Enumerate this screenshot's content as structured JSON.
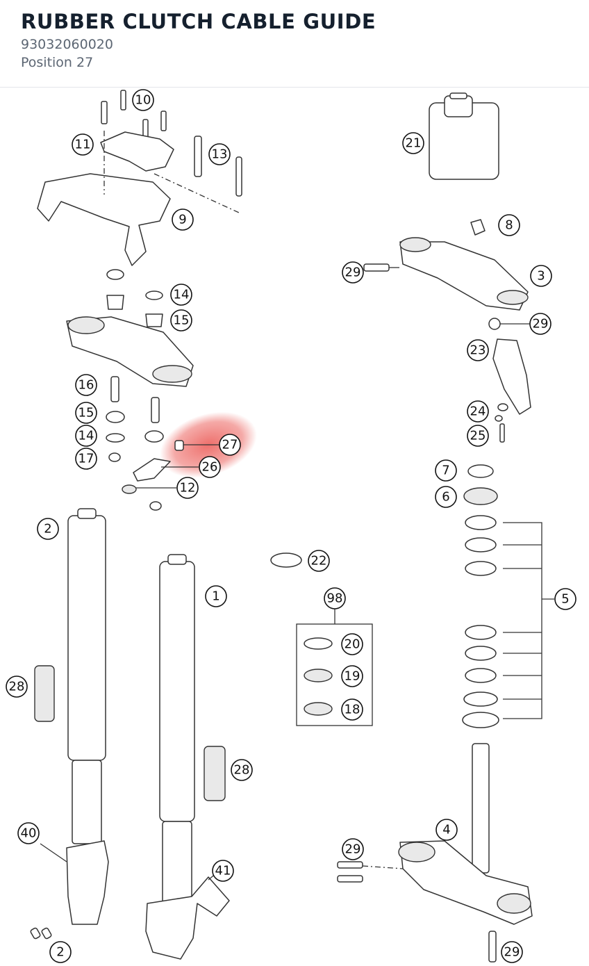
{
  "header": {
    "title": "RUBBER CLUTCH CABLE GUIDE",
    "part_number": "93032060020",
    "position": "Position 27"
  },
  "highlight": {
    "label": "27",
    "color": "#e8413c"
  },
  "callouts": [
    "10",
    "11",
    "13",
    "9",
    "21",
    "8",
    "29",
    "3",
    "29",
    "14",
    "15",
    "23",
    "16",
    "15",
    "24",
    "14",
    "27",
    "25",
    "17",
    "26",
    "7",
    "12",
    "6",
    "2",
    "22",
    "1",
    "98",
    "5",
    "20",
    "19",
    "28",
    "18",
    "28",
    "4",
    "40",
    "29",
    "41",
    "2",
    "29"
  ]
}
